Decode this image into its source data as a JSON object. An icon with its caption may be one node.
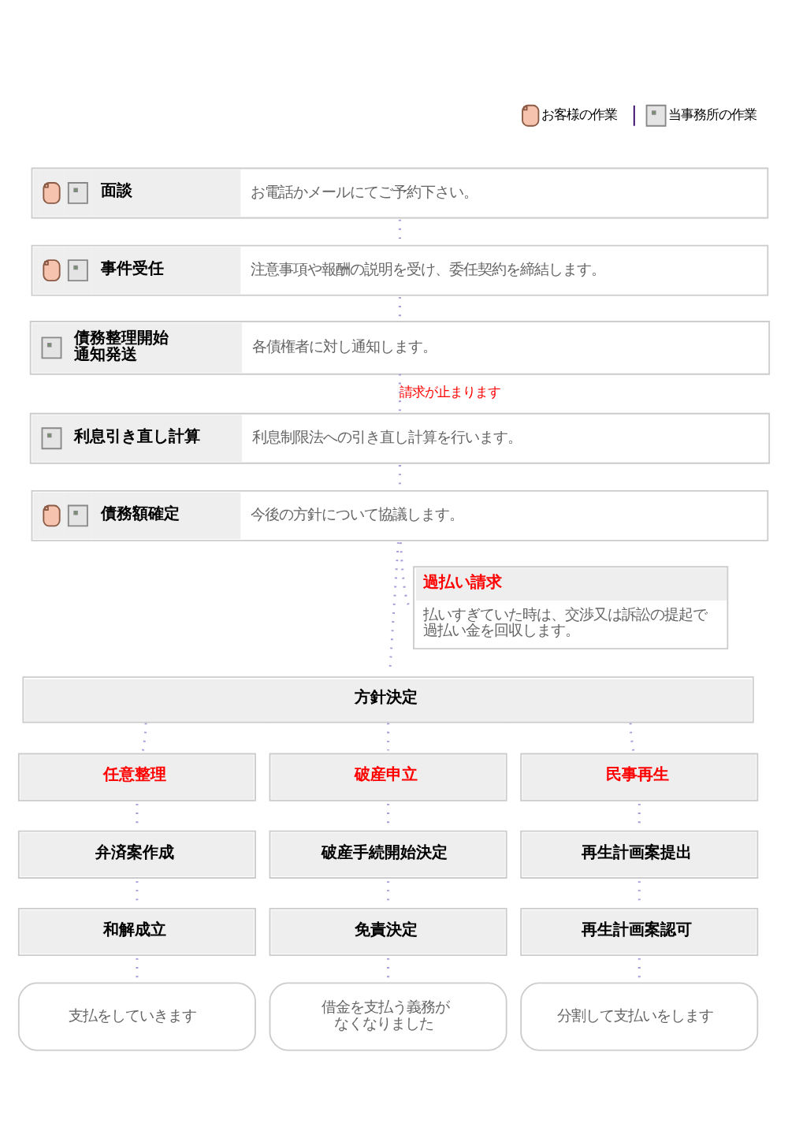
{
  "diagram": {
    "nodes": [
      {
        "text": [
          "面談",
          "お電話かメールにてご予約下さい。"
        ]
      },
      {
        "text": [
          "事件受任",
          "注意事項や報酬の説明を受け、委任契約を締結します。"
        ]
      },
      {
        "text": [
          "債務整理開始通知発送",
          "各債権者に対し通知します。"
        ]
      },
      {
        "text": [
          "利息引き直し計算",
          "利息制限法への引き直し計算を行います。"
        ]
      },
      {
        "text": [
          "債務額確定",
          "今後の方針について協議します。"
        ]
      },
      {
        "text": [
          "過払い請求",
          "払いすぎていた時は、交渉又は訴訟の提起で過払い金を回収します。"
        ]
      },
      {
        "text": [
          "方針決定"
        ]
      },
      {
        "text": [
          "任意整理"
        ]
      },
      {
        "text": [
          "破産申立"
        ]
      },
      {
        "text": [
          "民事再生"
        ]
      },
      {
        "text": [
          "弁済案作成"
        ]
      },
      {
        "text": [
          "破産手続開始決定"
        ]
      },
      {
        "text": [
          "再生計画案提出"
        ]
      },
      {
        "text": [
          "和解成立"
        ]
      },
      {
        "text": [
          "免責決定"
        ]
      },
      {
        "text": [
          "再生計画案認可"
        ]
      },
      {
        "text": [
          "支払をしていきます"
        ]
      },
      {
        "text": [
          "借金を支払う義務がなくなりました"
        ]
      },
      {
        "text": [
          "分割して支払いをします"
        ]
      }
    ],
    "edges": [
      {
        "from": 0,
        "to": 1,
        "arrow": "none"
      },
      {
        "from": 1,
        "to": 2,
        "arrow": "none"
      },
      {
        "from": 2,
        "to": 3,
        "arrow": "none",
        "label": "請求が止まります"
      },
      {
        "from": 3,
        "to": 4,
        "arrow": "none"
      },
      {
        "from": 4,
        "to": 6,
        "arrow": "none"
      },
      {
        "from": 4,
        "to": 5,
        "arrow": "none"
      },
      {
        "from": 6,
        "to": 7,
        "arrow": "none"
      },
      {
        "from": 6,
        "to": 8,
        "arrow": "none"
      },
      {
        "from": 6,
        "to": 9,
        "arrow": "none"
      },
      {
        "from": 7,
        "to": 10,
        "arrow": "none"
      },
      {
        "from": 8,
        "to": 11,
        "arrow": "none"
      },
      {
        "from": 9,
        "to": 12,
        "arrow": "none"
      },
      {
        "from": 10,
        "to": 13,
        "arrow": "none"
      },
      {
        "from": 11,
        "to": 14,
        "arrow": "none"
      },
      {
        "from": 12,
        "to": 15,
        "arrow": "none"
      },
      {
        "from": 13,
        "to": 16,
        "arrow": "none"
      },
      {
        "from": 14,
        "to": 17,
        "arrow": "none"
      },
      {
        "from": 15,
        "to": 18,
        "arrow": "none"
      }
    ],
    "legend": [
      {
        "text": "お客様の作業"
      },
      {
        "text": "当事務所の作業"
      }
    ]
  }
}
